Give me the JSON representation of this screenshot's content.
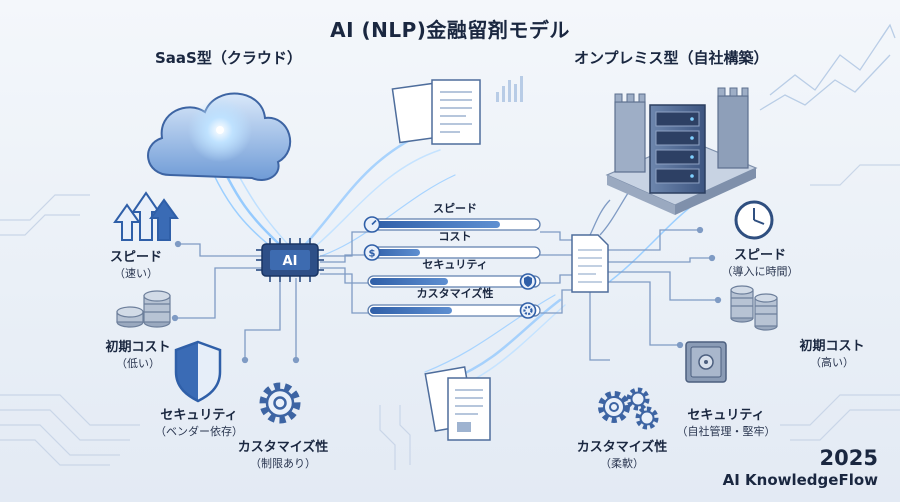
{
  "title": "AI (NLP)金融留剤モデル",
  "saas": {
    "heading": "SaaS型（クラウド）",
    "chip_label": "AI",
    "attributes": [
      {
        "title": "スピード",
        "sub": "（速い）"
      },
      {
        "title": "初期コスト",
        "sub": "（低い）"
      },
      {
        "title": "セキュリティ",
        "sub": "（ベンダー依存）"
      },
      {
        "title": "カスタマイズ性",
        "sub": "（制限あり）"
      }
    ]
  },
  "onprem": {
    "heading": "オンプレミス型（自社構築）",
    "attributes": [
      {
        "title": "スピード",
        "sub": "（導入に時間）"
      },
      {
        "title": "初期コスト",
        "sub": "（高い）"
      },
      {
        "title": "セキュリティ",
        "sub": "（自社管理・堅牢）"
      },
      {
        "title": "カスタマイズ性",
        "sub": "（柔軟）"
      }
    ]
  },
  "comparison": {
    "items": [
      {
        "label": "スピード",
        "icon": "speed-gauge-icon"
      },
      {
        "label": "コスト",
        "icon": "dollar-icon"
      },
      {
        "label": "セキュリティ",
        "icon": "shield-icon"
      },
      {
        "label": "カスタマイズ性",
        "icon": "gear-icon"
      }
    ]
  },
  "footer": {
    "year": "2025",
    "brand": "AI KnowledgeFlow"
  },
  "colors": {
    "primary": "#2f5fa8",
    "light": "#9fc0e8",
    "dark": "#1a2740",
    "glow": "#6fb8ff"
  }
}
